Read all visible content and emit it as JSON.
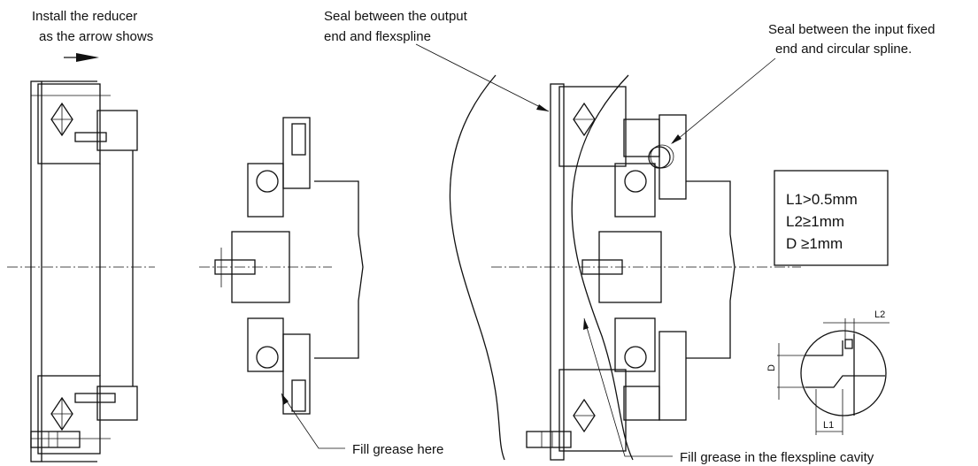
{
  "annotations": {
    "install_line1": "Install the reducer",
    "install_line2": "as the arrow shows",
    "seal_output_line1": "Seal between the output",
    "seal_output_line2": "end and flexspline",
    "seal_input_line1": "Seal between the input fixed",
    "seal_input_line2": "end and circular spline.",
    "fill_grease_here": "Fill grease here",
    "fill_grease_cavity": "Fill grease in the flexspline cavity"
  },
  "spec_box": {
    "l1": "L1>0.5mm",
    "l2": "L2≥1mm",
    "d": "D ≥1mm"
  },
  "detail_labels": {
    "l1": "L1",
    "l2": "L2",
    "d": "D"
  }
}
